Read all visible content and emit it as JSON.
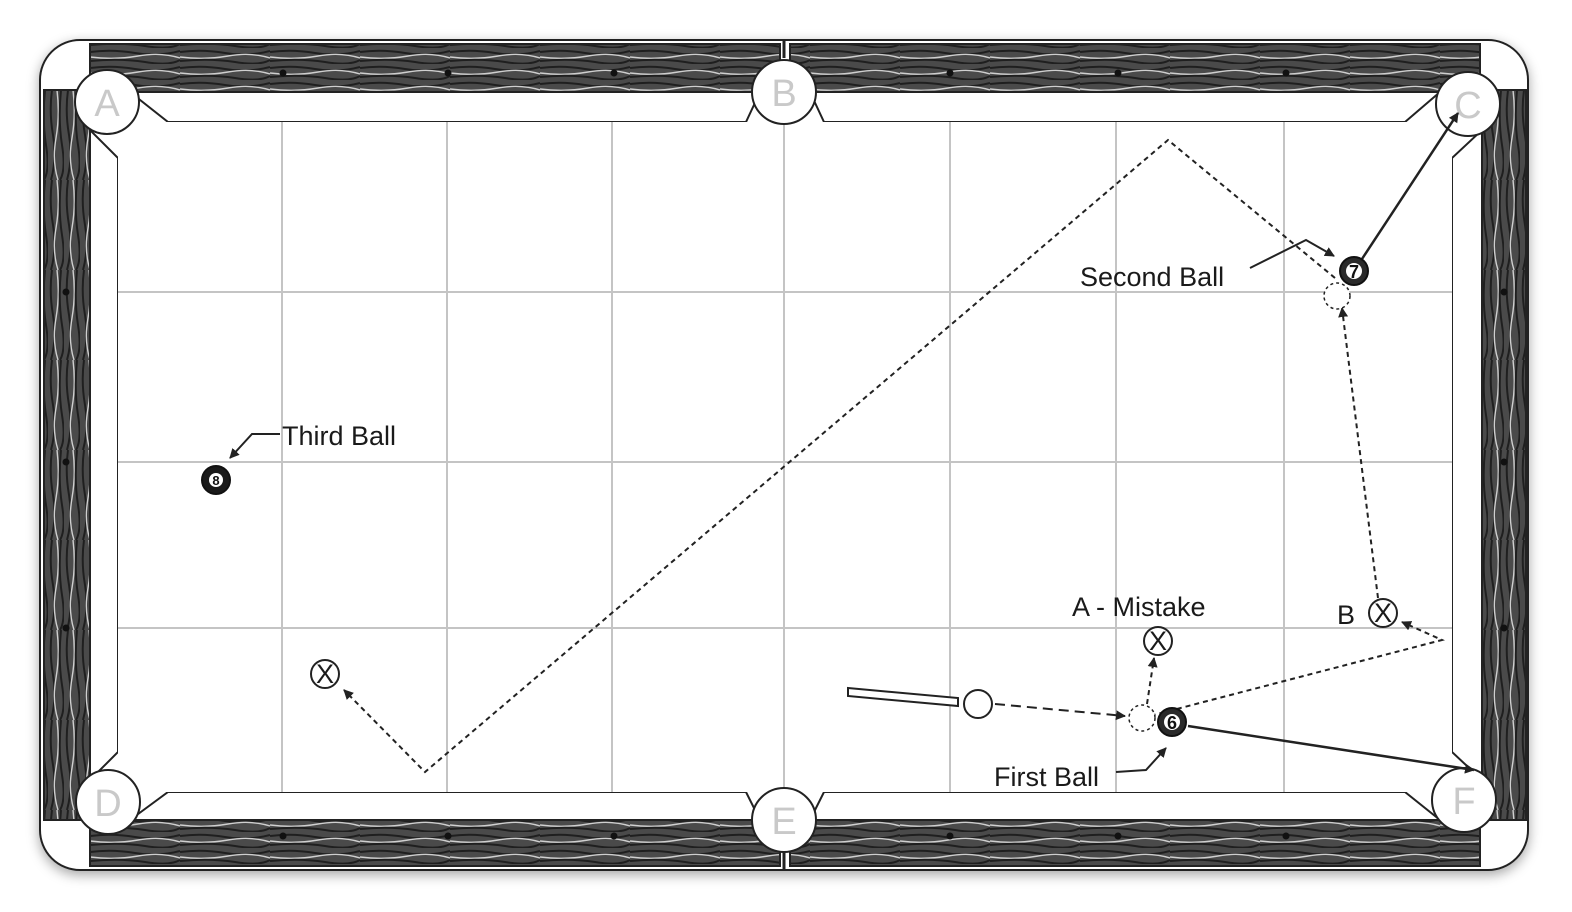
{
  "pockets": {
    "a": "A",
    "b": "B",
    "c": "C",
    "d": "D",
    "e": "E",
    "f": "F"
  },
  "labels": {
    "third_ball": "Third Ball",
    "second_ball": "Second Ball",
    "first_ball": "First Ball",
    "mistake": "A - Mistake",
    "position_b": "B"
  },
  "balls": {
    "first": "6",
    "second": "7",
    "third": "8"
  },
  "markers": {
    "x": "X"
  },
  "colors": {
    "rail_wood": "#3d3d3d",
    "cloth": "#ffffff",
    "grid": "#c4c4c4",
    "ball_fill": "#2a2a2a",
    "pocket_label": "#c9c9c9"
  }
}
